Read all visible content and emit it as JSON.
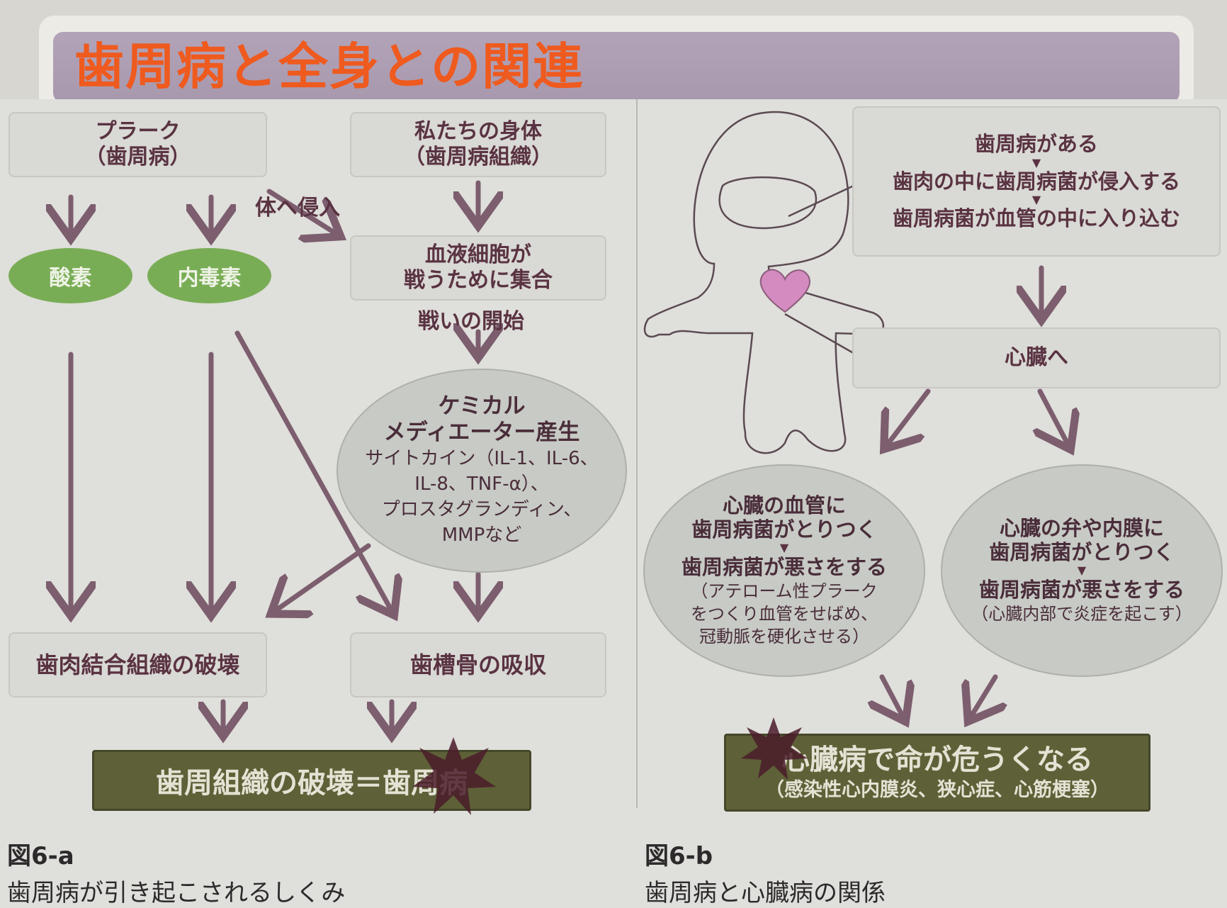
{
  "title": "歯周病と全身との関連",
  "fig_a": {
    "plaque": [
      "プラーク",
      "（歯周病）"
    ],
    "body": [
      "私たちの身体",
      "（歯周病組織）"
    ],
    "invade_label": "体へ侵入",
    "acid": "酸素",
    "endotoxin": "内毒素",
    "blood_cells": [
      "血液細胞が",
      "戦うために集合"
    ],
    "battle_label": "戦いの開始",
    "chemical": {
      "title": [
        "ケミカル",
        "メディエーター産生"
      ],
      "details": [
        "サイトカイン（IL-1、IL-6、",
        "IL-8、TNF-α）、",
        "プロスタグランディン、",
        "MMPなど"
      ]
    },
    "gum_destruction": "歯肉結合組織の破壊",
    "bone_resorption": "歯槽骨の吸収",
    "result": "歯周組織の破壊＝歯周病",
    "caption_id": "図6-a",
    "caption": "歯周病が引き起こされるしくみ"
  },
  "fig_b": {
    "steps": [
      "歯周病がある",
      "歯肉の中に歯周病菌が侵入する",
      "歯周病菌が血管の中に入り込む"
    ],
    "arrow_glyph": "▼",
    "to_heart": "心臓へ",
    "left_bubble": {
      "title": [
        "心臓の血管に",
        "歯周病菌がとりつく"
      ],
      "effect": "歯周病菌が悪さをする",
      "details": [
        "（アテローム性プラーク",
        "をつくり血管をせばめ、",
        "冠動脈を硬化させる）"
      ]
    },
    "right_bubble": {
      "title": [
        "心臓の弁や内膜に",
        "歯周病菌がとりつく"
      ],
      "effect": "歯周病菌が悪さをする",
      "details": [
        "（心臓内部で炎症を起こす）"
      ]
    },
    "result": "心臓病で命が危うくなる",
    "result_sub": "（感染性心内膜炎、狭心症、心筋梗塞）",
    "caption_id": "図6-b",
    "caption": "歯周病と心臓病の関係"
  },
  "colors": {
    "title_text": "#ef5a1e",
    "title_bar": "#a898ad",
    "pill": "#79ad55",
    "result_box": "#5e6037",
    "heart": "#d48bbf",
    "arrow": "#7c5e6e",
    "burst": "#4a1c2a"
  }
}
